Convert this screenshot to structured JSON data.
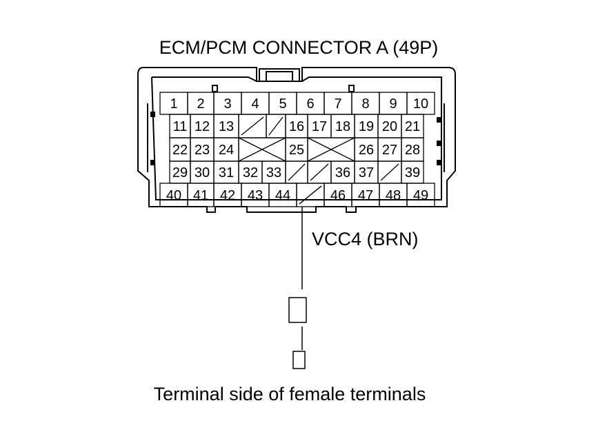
{
  "title": "ECM/PCM CONNECTOR A (49P)",
  "wire_label": "VCC4 (BRN)",
  "caption": "Terminal side of female terminals",
  "connector": {
    "pin_count": 49,
    "rows": [
      [
        "1",
        "2",
        "3",
        "4",
        "5",
        "6",
        "7",
        "8",
        "9",
        "10"
      ],
      [
        "11",
        "12",
        "13",
        "",
        "",
        "16",
        "17",
        "18",
        "19",
        "20",
        "21"
      ],
      [
        "22",
        "23",
        "24",
        "",
        "25",
        "",
        "26",
        "27",
        "28"
      ],
      [
        "29",
        "30",
        "31",
        "32",
        "33",
        "",
        "",
        "36",
        "37",
        "",
        "39"
      ],
      [
        "40",
        "41",
        "42",
        "43",
        "44",
        "",
        "46",
        "47",
        "48",
        "49"
      ]
    ],
    "highlighted_pin": "45",
    "unused_cavity_pins": [
      "14",
      "15",
      "34",
      "35",
      "38",
      "45"
    ]
  },
  "colors": {
    "line": "#000000",
    "background": "#ffffff"
  }
}
